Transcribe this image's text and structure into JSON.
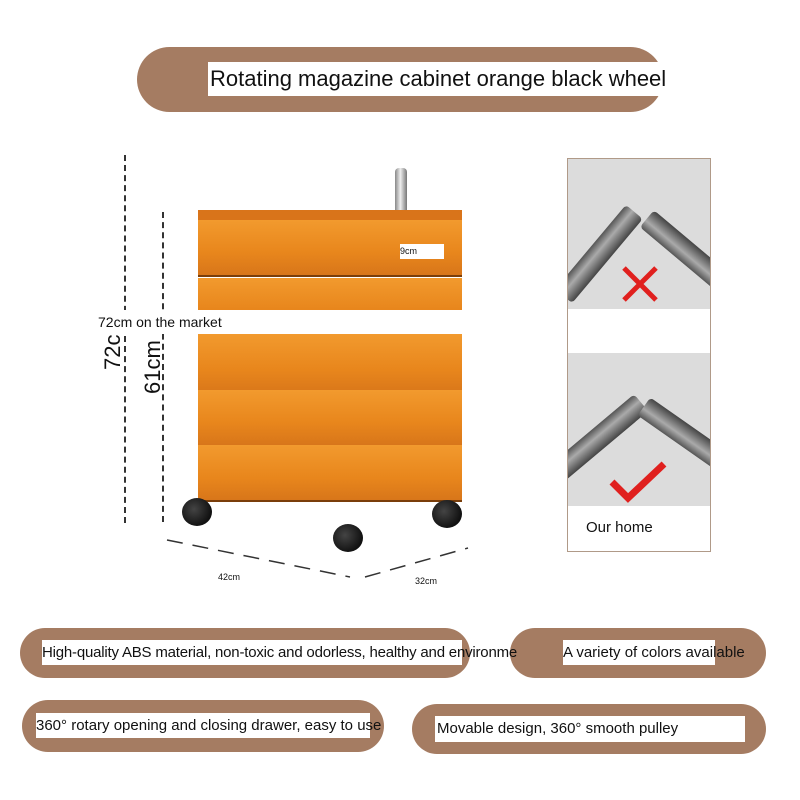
{
  "title": "Rotating magazine cabinet orange black wheel",
  "dimensions": {
    "height_market": "72cm on the market",
    "height_total": "72c",
    "height_body": "61cm",
    "pole": "9cm",
    "width": "42cm",
    "depth": "32cm"
  },
  "comparison": {
    "bad_mark": "cross",
    "good_mark": "check",
    "good_label": "Our home"
  },
  "features": [
    "High-quality ABS material, non-toxic and odorless, healthy and environme",
    "A variety of colors available",
    "360° rotary opening and closing drawer, easy to use",
    "Movable design, 360° smooth pulley"
  ],
  "colors": {
    "pill": "#a57c62",
    "cabinet": "#ec8a22",
    "mark": "#e0201e"
  }
}
